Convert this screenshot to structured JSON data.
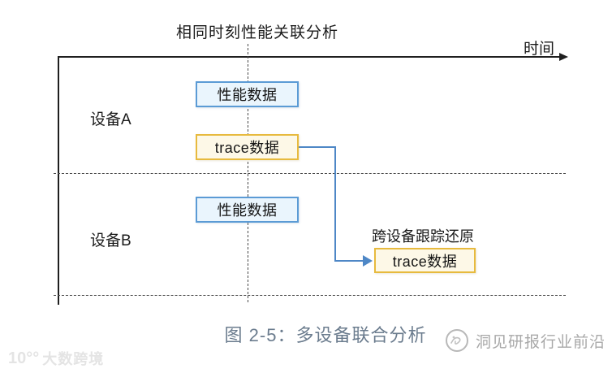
{
  "figure": {
    "title": "相同时刻性能关联分析",
    "time_axis_label": "时间",
    "rows": [
      {
        "label": "设备A"
      },
      {
        "label": "设备B"
      }
    ],
    "boxes": {
      "perf_a": "性能数据",
      "trace_a": "trace数据",
      "perf_b": "性能数据",
      "trace_b": "trace数据"
    },
    "annotation": "跨设备跟踪还原",
    "caption": "图 2-5：多设备联合分析"
  },
  "watermarks": {
    "bottom_left_logo": "10°°",
    "bottom_left_text": "大数跨境",
    "bottom_right_text": "洞见研报行业前沿"
  },
  "colors": {
    "perf_box_fill": "#eaf5fd",
    "perf_box_border": "#5b9bd5",
    "trace_box_fill": "#fdf8e7",
    "trace_box_border": "#e7ba3e",
    "connector_blue": "#4e87c6",
    "caption_text": "#6b7c8e",
    "axis_black": "#1f1f1f"
  }
}
